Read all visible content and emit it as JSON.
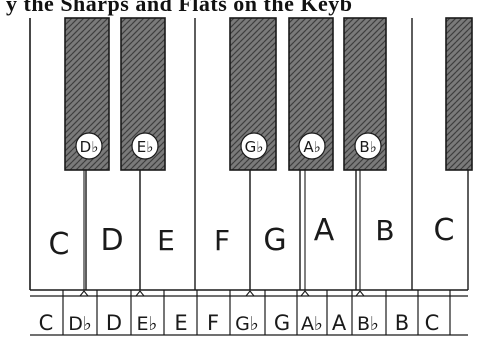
{
  "page": {
    "top_text": "y the Sharps and Flats on the Keyb"
  },
  "black_keys": [
    {
      "label": "D♭"
    },
    {
      "label": "E♭"
    },
    {
      "label": "G♭"
    },
    {
      "label": "A♭"
    },
    {
      "label": "B♭"
    },
    {
      "label": ""
    }
  ],
  "white_key_labels": [
    "C",
    "D",
    "E",
    "F",
    "G",
    "A",
    "B",
    "C"
  ],
  "bottom_strip": [
    "C",
    "D♭",
    "D",
    "E♭",
    "E",
    "F",
    "G♭",
    "G",
    "A♭",
    "A",
    "B♭",
    "B",
    "C"
  ],
  "colors": {
    "paper": "#ffffff",
    "ink": "#1a1a1a",
    "pencil_shading": "#6b6b6b"
  }
}
